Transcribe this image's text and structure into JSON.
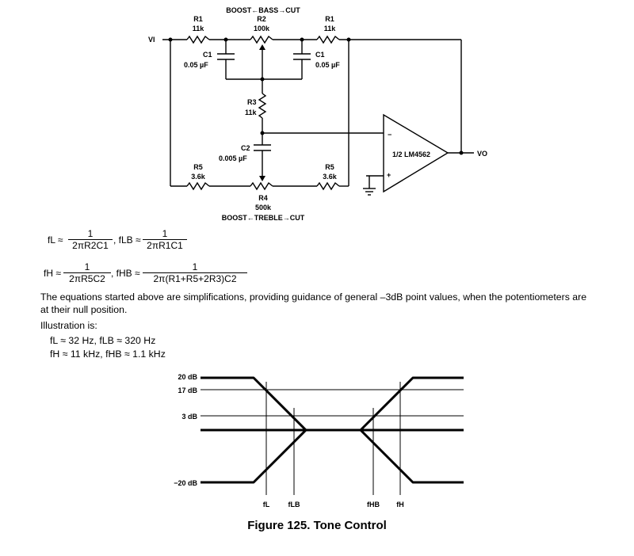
{
  "circuit": {
    "top_label": "BOOST←BASS→CUT",
    "r1_left": {
      "name": "R1",
      "value": "11k"
    },
    "r2": {
      "name": "R2",
      "value": "100k"
    },
    "r1_right": {
      "name": "R1",
      "value": "11k"
    },
    "vin": "VI",
    "c1_left": {
      "name": "C1",
      "value": "0.05 µF"
    },
    "c1_right": {
      "name": "C1",
      "value": "0.05 µF"
    },
    "r3": {
      "name": "R3",
      "value": "11k"
    },
    "c2": {
      "name": "C2",
      "value": "0.005 µF"
    },
    "opamp": "1/2 LM4562",
    "opamp_minus": "−",
    "opamp_plus": "+",
    "vout": "VO",
    "r5_left": {
      "name": "R5",
      "value": "3.6k"
    },
    "r5_right": {
      "name": "R5",
      "value": "3.6k"
    },
    "r4": {
      "name": "R4",
      "value": "500k"
    },
    "bottom_label": "BOOST←TREBLE→CUT"
  },
  "equations": {
    "fl_lhs": "fL ≈",
    "fl_num": "1",
    "fl_den": "2πR2C1",
    "flb_lhs": ", fLB ≈",
    "flb_num": "1",
    "flb_den": "2πR1C1",
    "fh_lhs": "fH ≈",
    "fh_num": "1",
    "fh_den": "2πR5C2",
    "fhb_lhs": ", fHB ≈",
    "fhb_num": "1",
    "fhb_den": "2π(R1+R5+2R3)C2"
  },
  "text": {
    "paragraph": "The equations started above are simplifications, providing guidance of general –3dB point values, when the potentiometers are at their null position.",
    "illustration": "Illustration is:",
    "line1": "fL ≈ 32 Hz, fLB ≈ 320 Hz",
    "line2": "fH ≈ 11 kHz, fHB ≈ 1.1 kHz"
  },
  "response": {
    "y_labels": [
      "20 dB",
      "17 dB",
      "3 dB",
      "−20 dB"
    ],
    "x_labels": [
      "fL",
      "fLB",
      "fHB",
      "fH"
    ]
  },
  "figure_caption": "Figure 125.  Tone Control"
}
